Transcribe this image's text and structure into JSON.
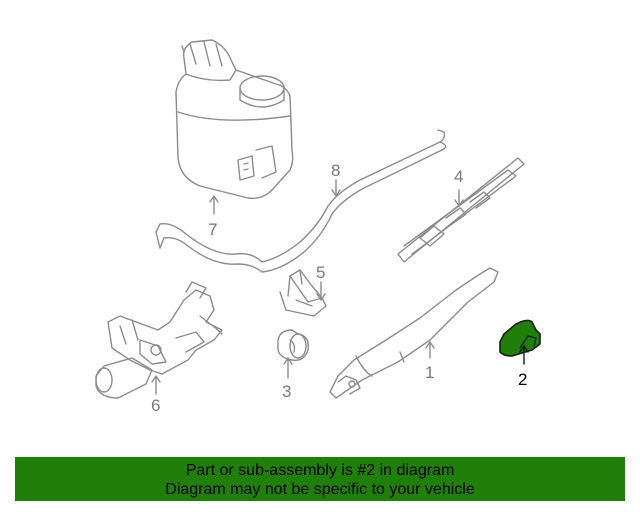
{
  "colors": {
    "line": "#8c8c8c",
    "highlight_fill": "#1f7f08",
    "highlight_stroke": "#1a1a1a",
    "banner_bg": "#1f7f08"
  },
  "callouts": [
    {
      "id": "1",
      "label": "1",
      "part_icon": "wiper-arm"
    },
    {
      "id": "2",
      "label": "2",
      "part_icon": "wiper-arm-cap",
      "highlighted": true
    },
    {
      "id": "3",
      "label": "3",
      "part_icon": "rubber-bushing"
    },
    {
      "id": "4",
      "label": "4",
      "part_icon": "wiper-blade"
    },
    {
      "id": "5",
      "label": "5",
      "part_icon": "bracket"
    },
    {
      "id": "6",
      "label": "6",
      "part_icon": "wiper-motor"
    },
    {
      "id": "7",
      "label": "7",
      "part_icon": "washer-reservoir"
    },
    {
      "id": "8",
      "label": "8",
      "part_icon": "washer-hose"
    }
  ],
  "banner": {
    "line1": "Part or sub-assembly is #2 in diagram",
    "line2": "Diagram may not be specific to your vehicle"
  }
}
